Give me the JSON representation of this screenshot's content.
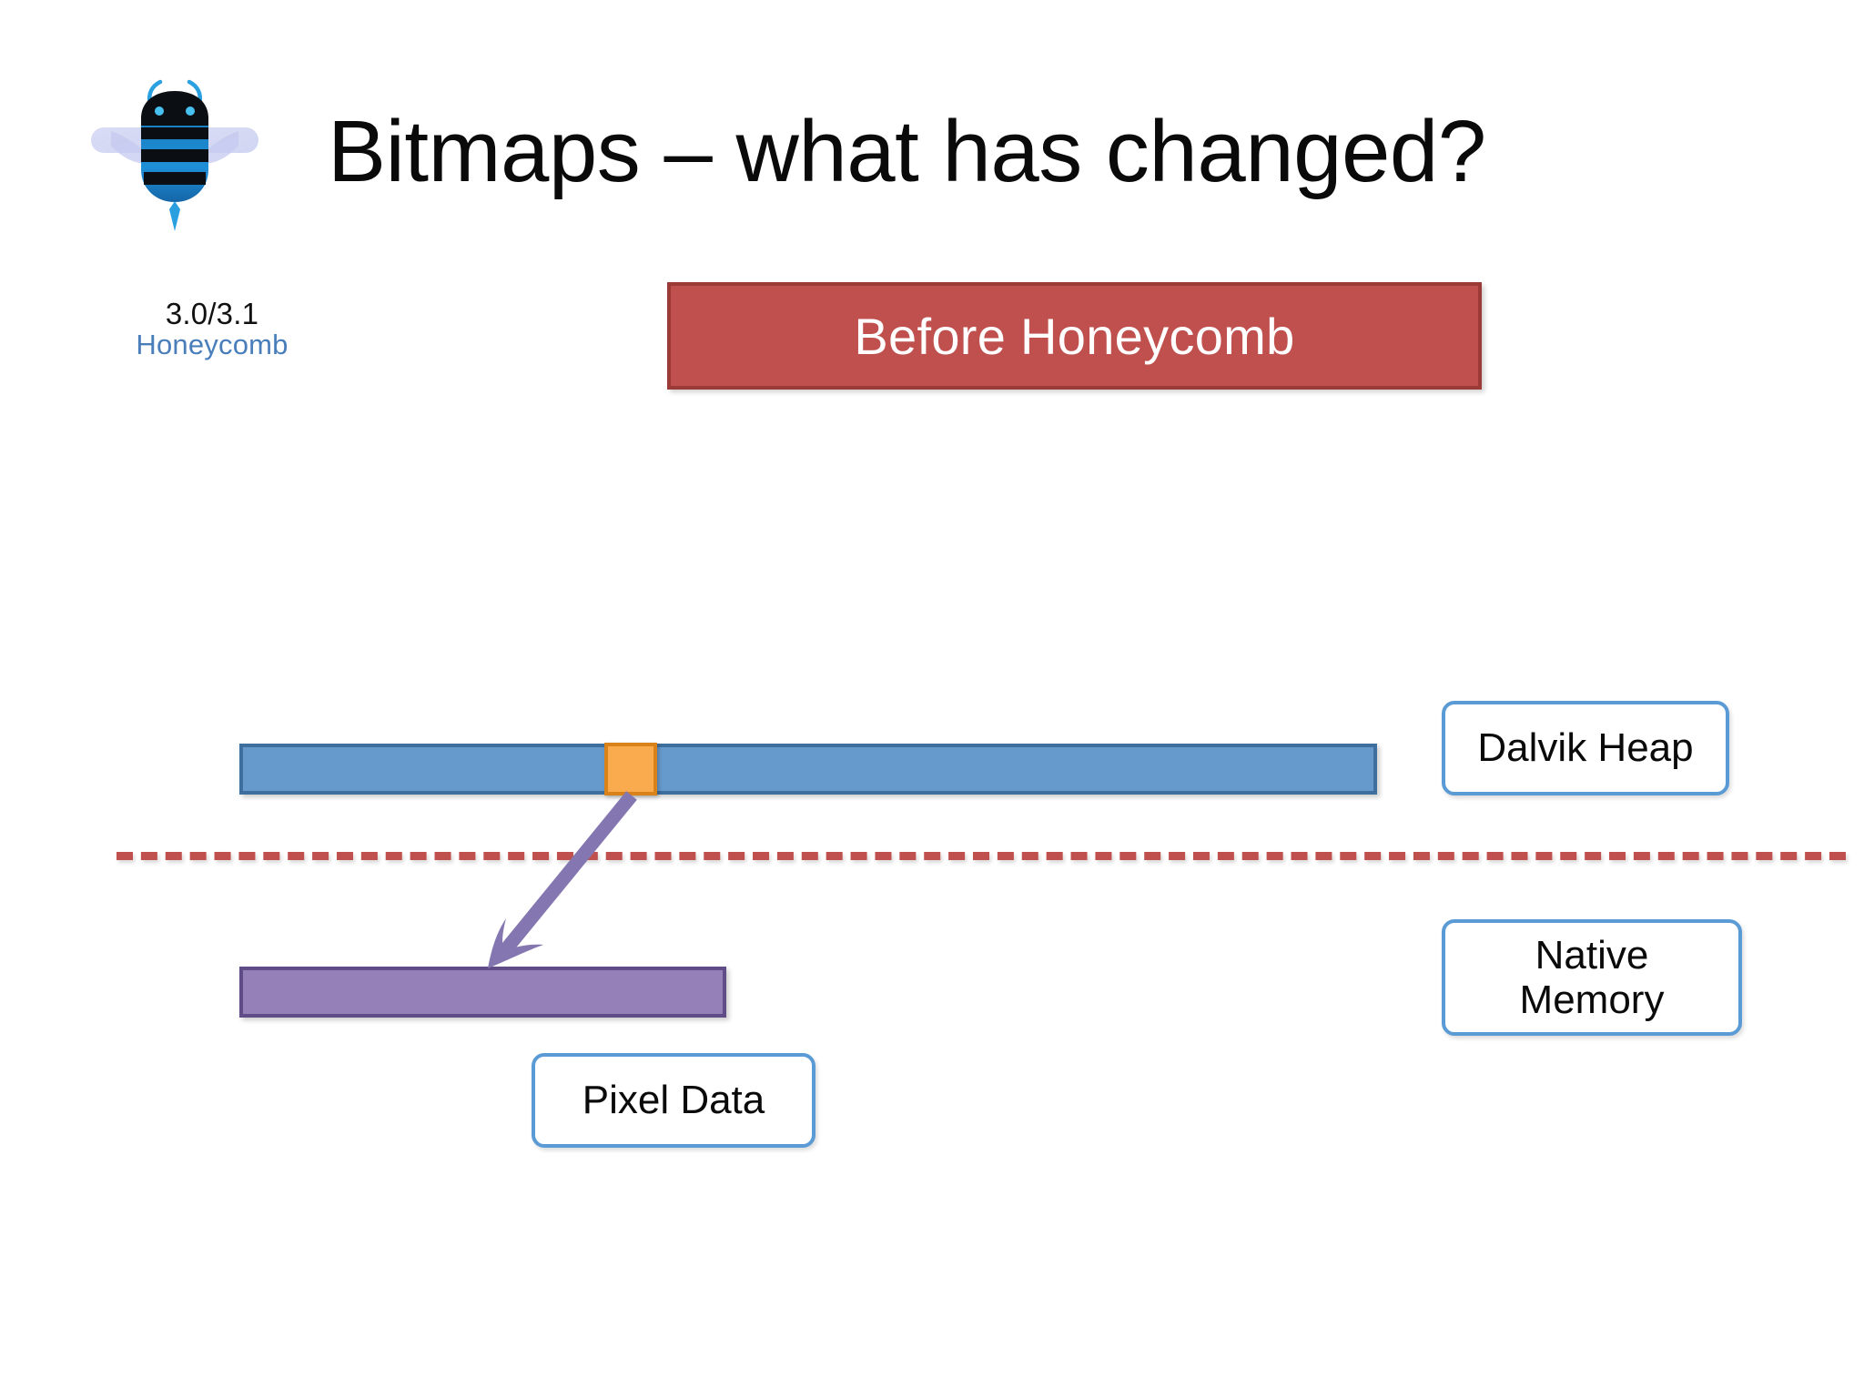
{
  "slide": {
    "title": "Bitmaps – what has changed?",
    "background_color": "#ffffff"
  },
  "version_badge": {
    "logo_icon": "honeycomb-bee-icon",
    "version": "3.0/3.1",
    "codename": "Honeycomb",
    "version_color": "#111111",
    "codename_color": "#4a7ebb"
  },
  "banner": {
    "label": "Before Honeycomb",
    "fill_color": "#c0504d",
    "border_color": "#9c3a38",
    "text_color": "#ffffff"
  },
  "diagram": {
    "dalvik_bar": {
      "fill_color": "#6699cc",
      "border_color": "#3e6f9e"
    },
    "bitmap_object_block": {
      "fill_color": "#f9ab4e",
      "border_color": "#d98219"
    },
    "divider": {
      "style": "dashed",
      "color": "#c0504d"
    },
    "native_bar": {
      "fill_color": "#9580b8",
      "border_color": "#604c86"
    },
    "arrow": {
      "icon": "arrow-down-left-icon",
      "color": "#8476b0"
    },
    "callouts": [
      {
        "label": "Dalvik Heap",
        "border_color": "#5b9bd5"
      },
      {
        "label_line1": "Native",
        "label_line2": "Memory",
        "border_color": "#5b9bd5"
      },
      {
        "label": "Pixel Data",
        "border_color": "#5b9bd5"
      }
    ]
  }
}
